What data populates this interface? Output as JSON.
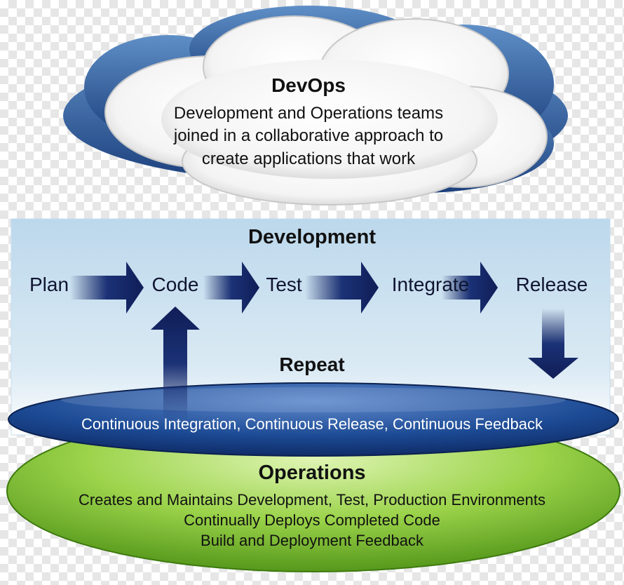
{
  "cloud": {
    "title": "DevOps",
    "lines": [
      "Development and Operations teams",
      "joined in a collaborative approach to",
      "create applications that work"
    ]
  },
  "development": {
    "title": "Development",
    "steps": [
      "Plan",
      "Code",
      "Test",
      "Integrate",
      "Release"
    ],
    "repeat_label": "Repeat"
  },
  "ring": {
    "text": "Continuous Integration, Continuous Release, Continuous Feedback"
  },
  "operations": {
    "title": "Operations",
    "lines": [
      "Creates and Maintains Development, Test, Production Environments",
      "Continually Deploys Completed Code",
      "Build and Deployment Feedback"
    ]
  },
  "colors": {
    "arrow": "#12205e",
    "panel_top": "#c3ddef",
    "ring": "#1c4a94",
    "platform": "#7fc42d"
  }
}
